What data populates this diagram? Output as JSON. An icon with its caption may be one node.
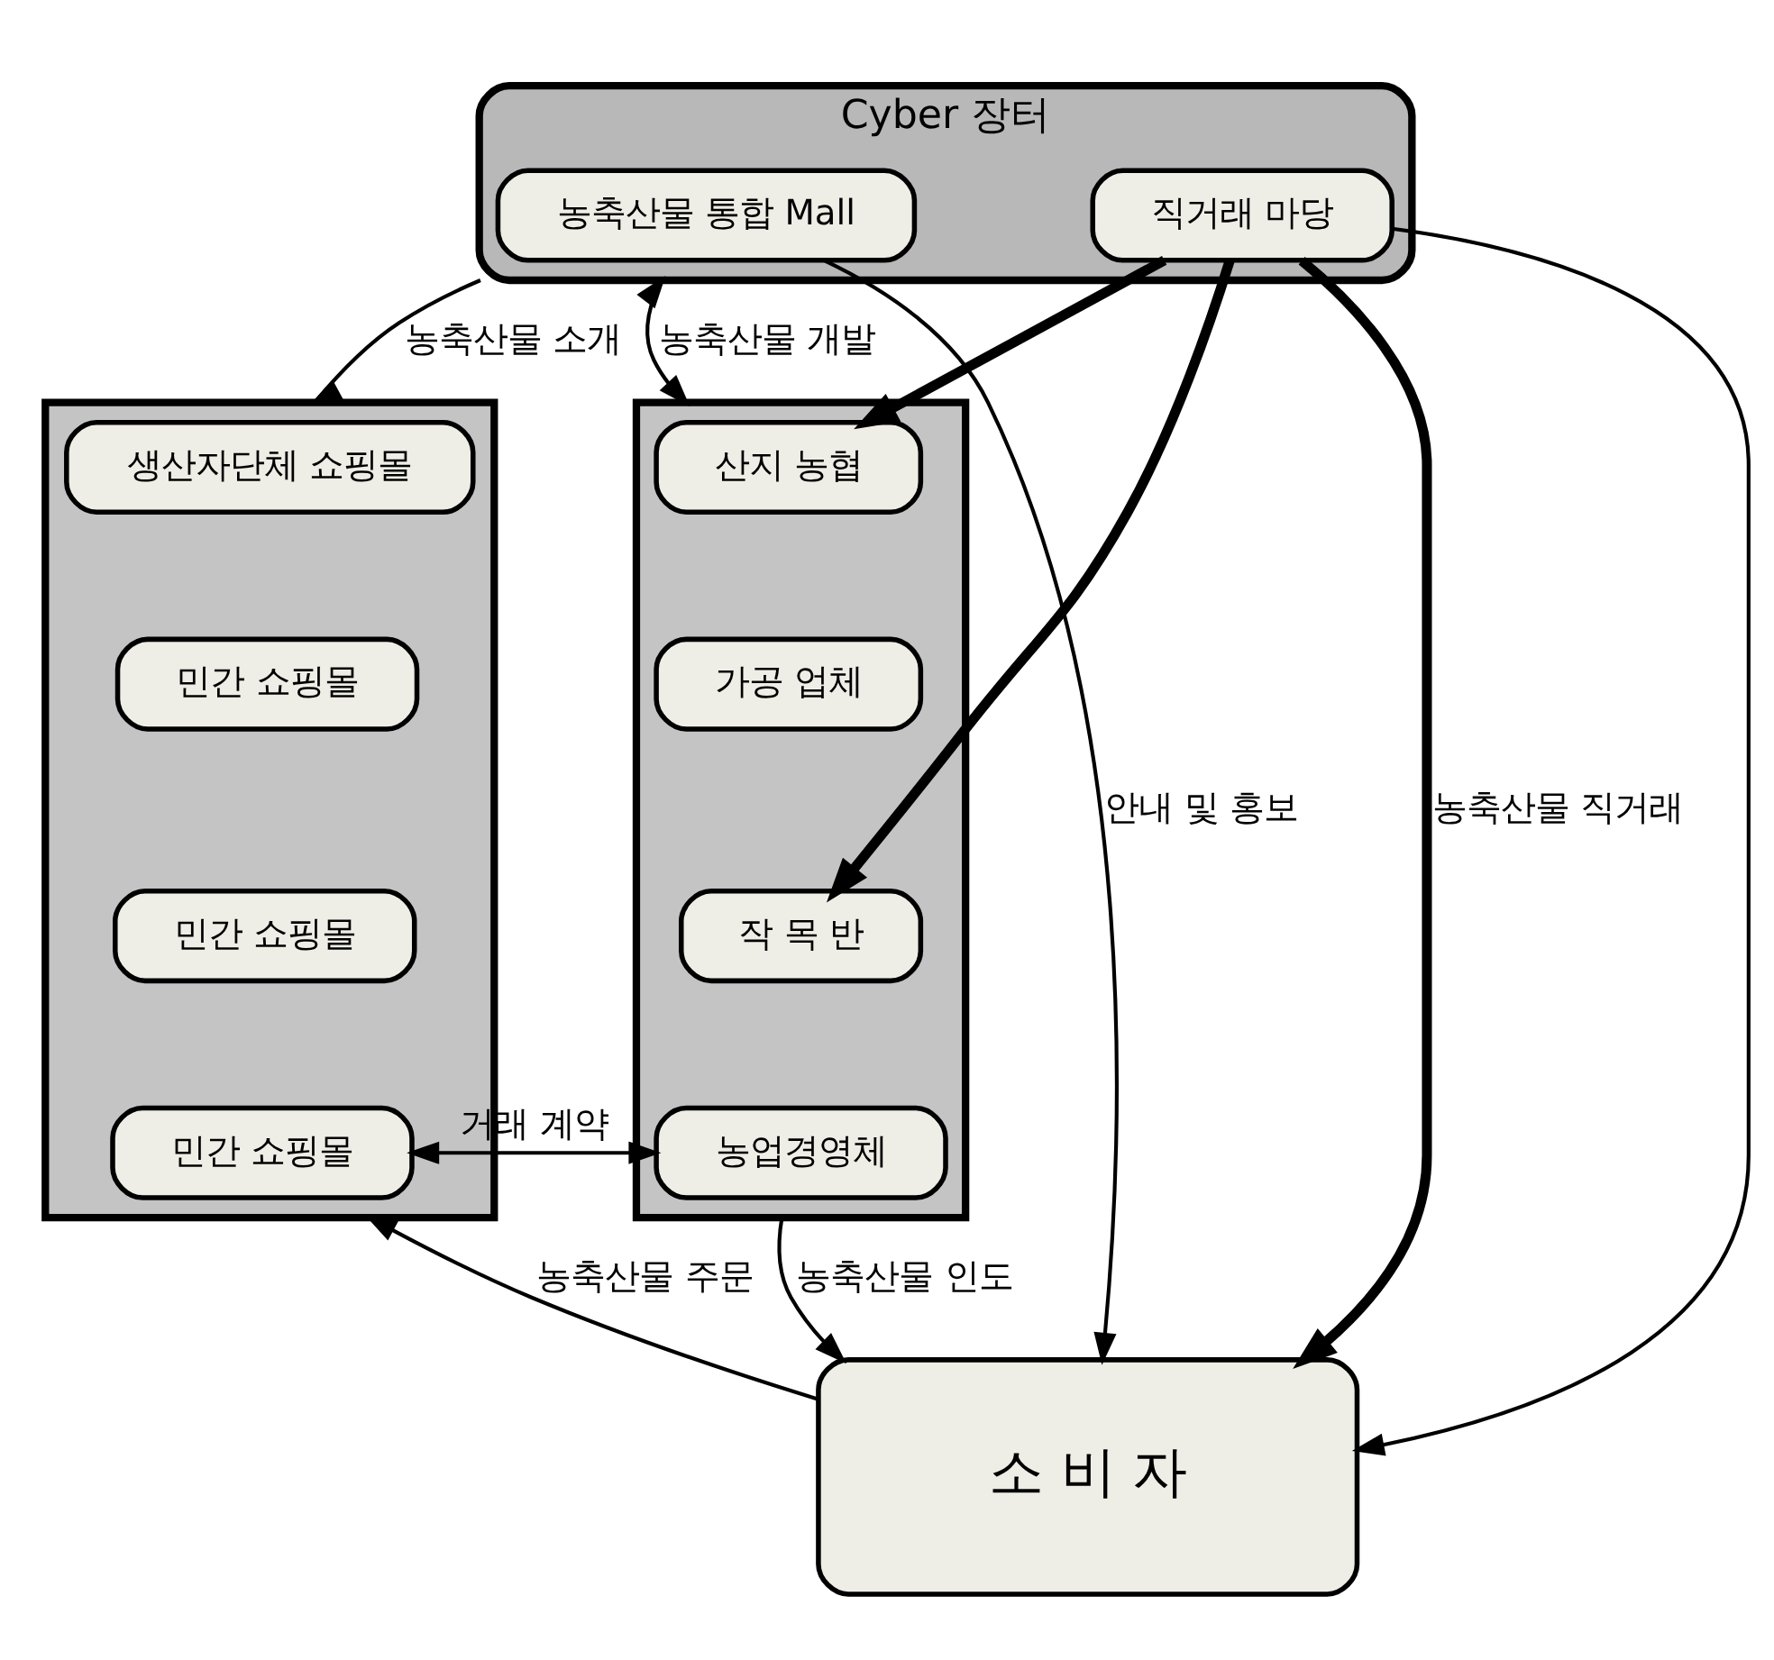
{
  "diagram": {
    "nodes": [
      {
        "text": [
          "Cyber 장터"
        ]
      },
      {
        "text": [
          "직거래 마당"
        ],
        "in": 0
      },
      {
        "text": [
          "농축산물 통합 Mall"
        ],
        "in": 0
      },
      {
        "text": [],
        "shape": "box"
      },
      {
        "text": [
          "산지 농협"
        ],
        "in": 3
      },
      {
        "text": [
          "가공 업체"
        ],
        "in": 3
      },
      {
        "text": [
          "작 목 반"
        ],
        "in": 3
      },
      {
        "text": [
          "농업경영체"
        ],
        "in": 3
      },
      {
        "text": [],
        "shape": "box"
      },
      {
        "text": [
          "생산자단체 쇼핑몰"
        ],
        "in": 8
      },
      {
        "text": [
          "민간 쇼핑몰"
        ],
        "in": 8
      },
      {
        "text": [
          "민간 쇼핑몰"
        ],
        "in": 8
      },
      {
        "text": [
          "민간 쇼핑몰"
        ],
        "in": 8
      },
      {
        "text": [
          "소 비 자"
        ]
      }
    ],
    "edges": [
      {
        "from": 0,
        "to": 3,
        "arrow": "both",
        "label": "농축산물 개발"
      },
      {
        "from": 0,
        "to": 8,
        "arrow": "to",
        "label": "농축산물 소개"
      },
      {
        "from": 1,
        "to": 4,
        "arrow": "to",
        "style": "thick"
      },
      {
        "from": 1,
        "to": 6,
        "arrow": "to",
        "style": "thick"
      },
      {
        "from": 1,
        "to": 13,
        "arrow": "to",
        "style": "thick",
        "label": "농축산물 직거래"
      },
      {
        "from": 1,
        "to": 13,
        "arrow": "to"
      },
      {
        "from": 2,
        "to": 13,
        "arrow": "to",
        "label": "안내 및 홍보"
      },
      {
        "from": 7,
        "to": 12,
        "arrow": "both",
        "label": "거래 계약"
      },
      {
        "from": 3,
        "to": 13,
        "arrow": "to",
        "label": "농축산물 인도"
      },
      {
        "from": 13,
        "to": 8,
        "arrow": "to",
        "label": "농축산물 주문"
      }
    ]
  }
}
